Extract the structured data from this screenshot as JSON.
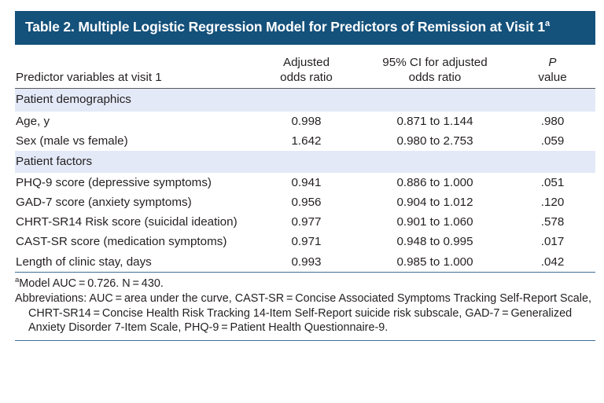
{
  "table": {
    "title": "Table 2. Multiple Logistic Regression Model for Predictors of Remission at Visit 1",
    "title_superscript": "a",
    "headers": {
      "predictor": "Predictor variables at visit 1",
      "adjusted_or_line1": "Adjusted",
      "adjusted_or_line2": "odds ratio",
      "ci_line1": "95% CI for adjusted",
      "ci_line2": "odds ratio",
      "p_line1": "P",
      "p_line2": "value"
    },
    "sections": [
      {
        "label": "Patient demographics",
        "rows": [
          {
            "predictor": "Age, y",
            "adjusted_or": "0.998",
            "ci": "0.871 to 1.144",
            "p": ".980"
          },
          {
            "predictor": "Sex (male vs female)",
            "adjusted_or": "1.642",
            "ci": "0.980 to 2.753",
            "p": ".059"
          }
        ]
      },
      {
        "label": "Patient factors",
        "rows": [
          {
            "predictor": "PHQ-9 score (depressive symptoms)",
            "adjusted_or": "0.941",
            "ci": "0.886 to 1.000",
            "p": ".051"
          },
          {
            "predictor": "GAD-7 score (anxiety symptoms)",
            "adjusted_or": "0.956",
            "ci": "0.904 to 1.012",
            "p": ".120"
          },
          {
            "predictor": "CHRT-SR14 Risk score (suicidal ideation)",
            "adjusted_or": "0.977",
            "ci": "0.901 to 1.060",
            "p": ".578"
          },
          {
            "predictor": "CAST-SR score (medication symptoms)",
            "adjusted_or": "0.971",
            "ci": "0.948 to 0.995",
            "p": ".017"
          },
          {
            "predictor": "Length of clinic stay, days",
            "adjusted_or": "0.993",
            "ci": "0.985 to 1.000",
            "p": ".042"
          }
        ]
      }
    ],
    "footnotes": {
      "marker_a": "a",
      "note_a": "Model AUC = 0.726. N = 430.",
      "abbreviations": "Abbreviations: AUC = area under the curve, CAST-SR = Concise Associated Symptoms Tracking Self-Report Scale, CHRT-SR14 = Concise Health Risk Tracking 14-Item Self-Report suicide risk subscale, GAD-7 = Generalized Anxiety Disorder 7-Item Scale, PHQ-9 = Patient Health Questionnaire-9."
    },
    "colors": {
      "title_bar": "#14517b",
      "section_band": "#e3e9f7",
      "rule_blue": "#3f6d96",
      "rule_dark": "#58595b",
      "text": "#231f20"
    }
  }
}
